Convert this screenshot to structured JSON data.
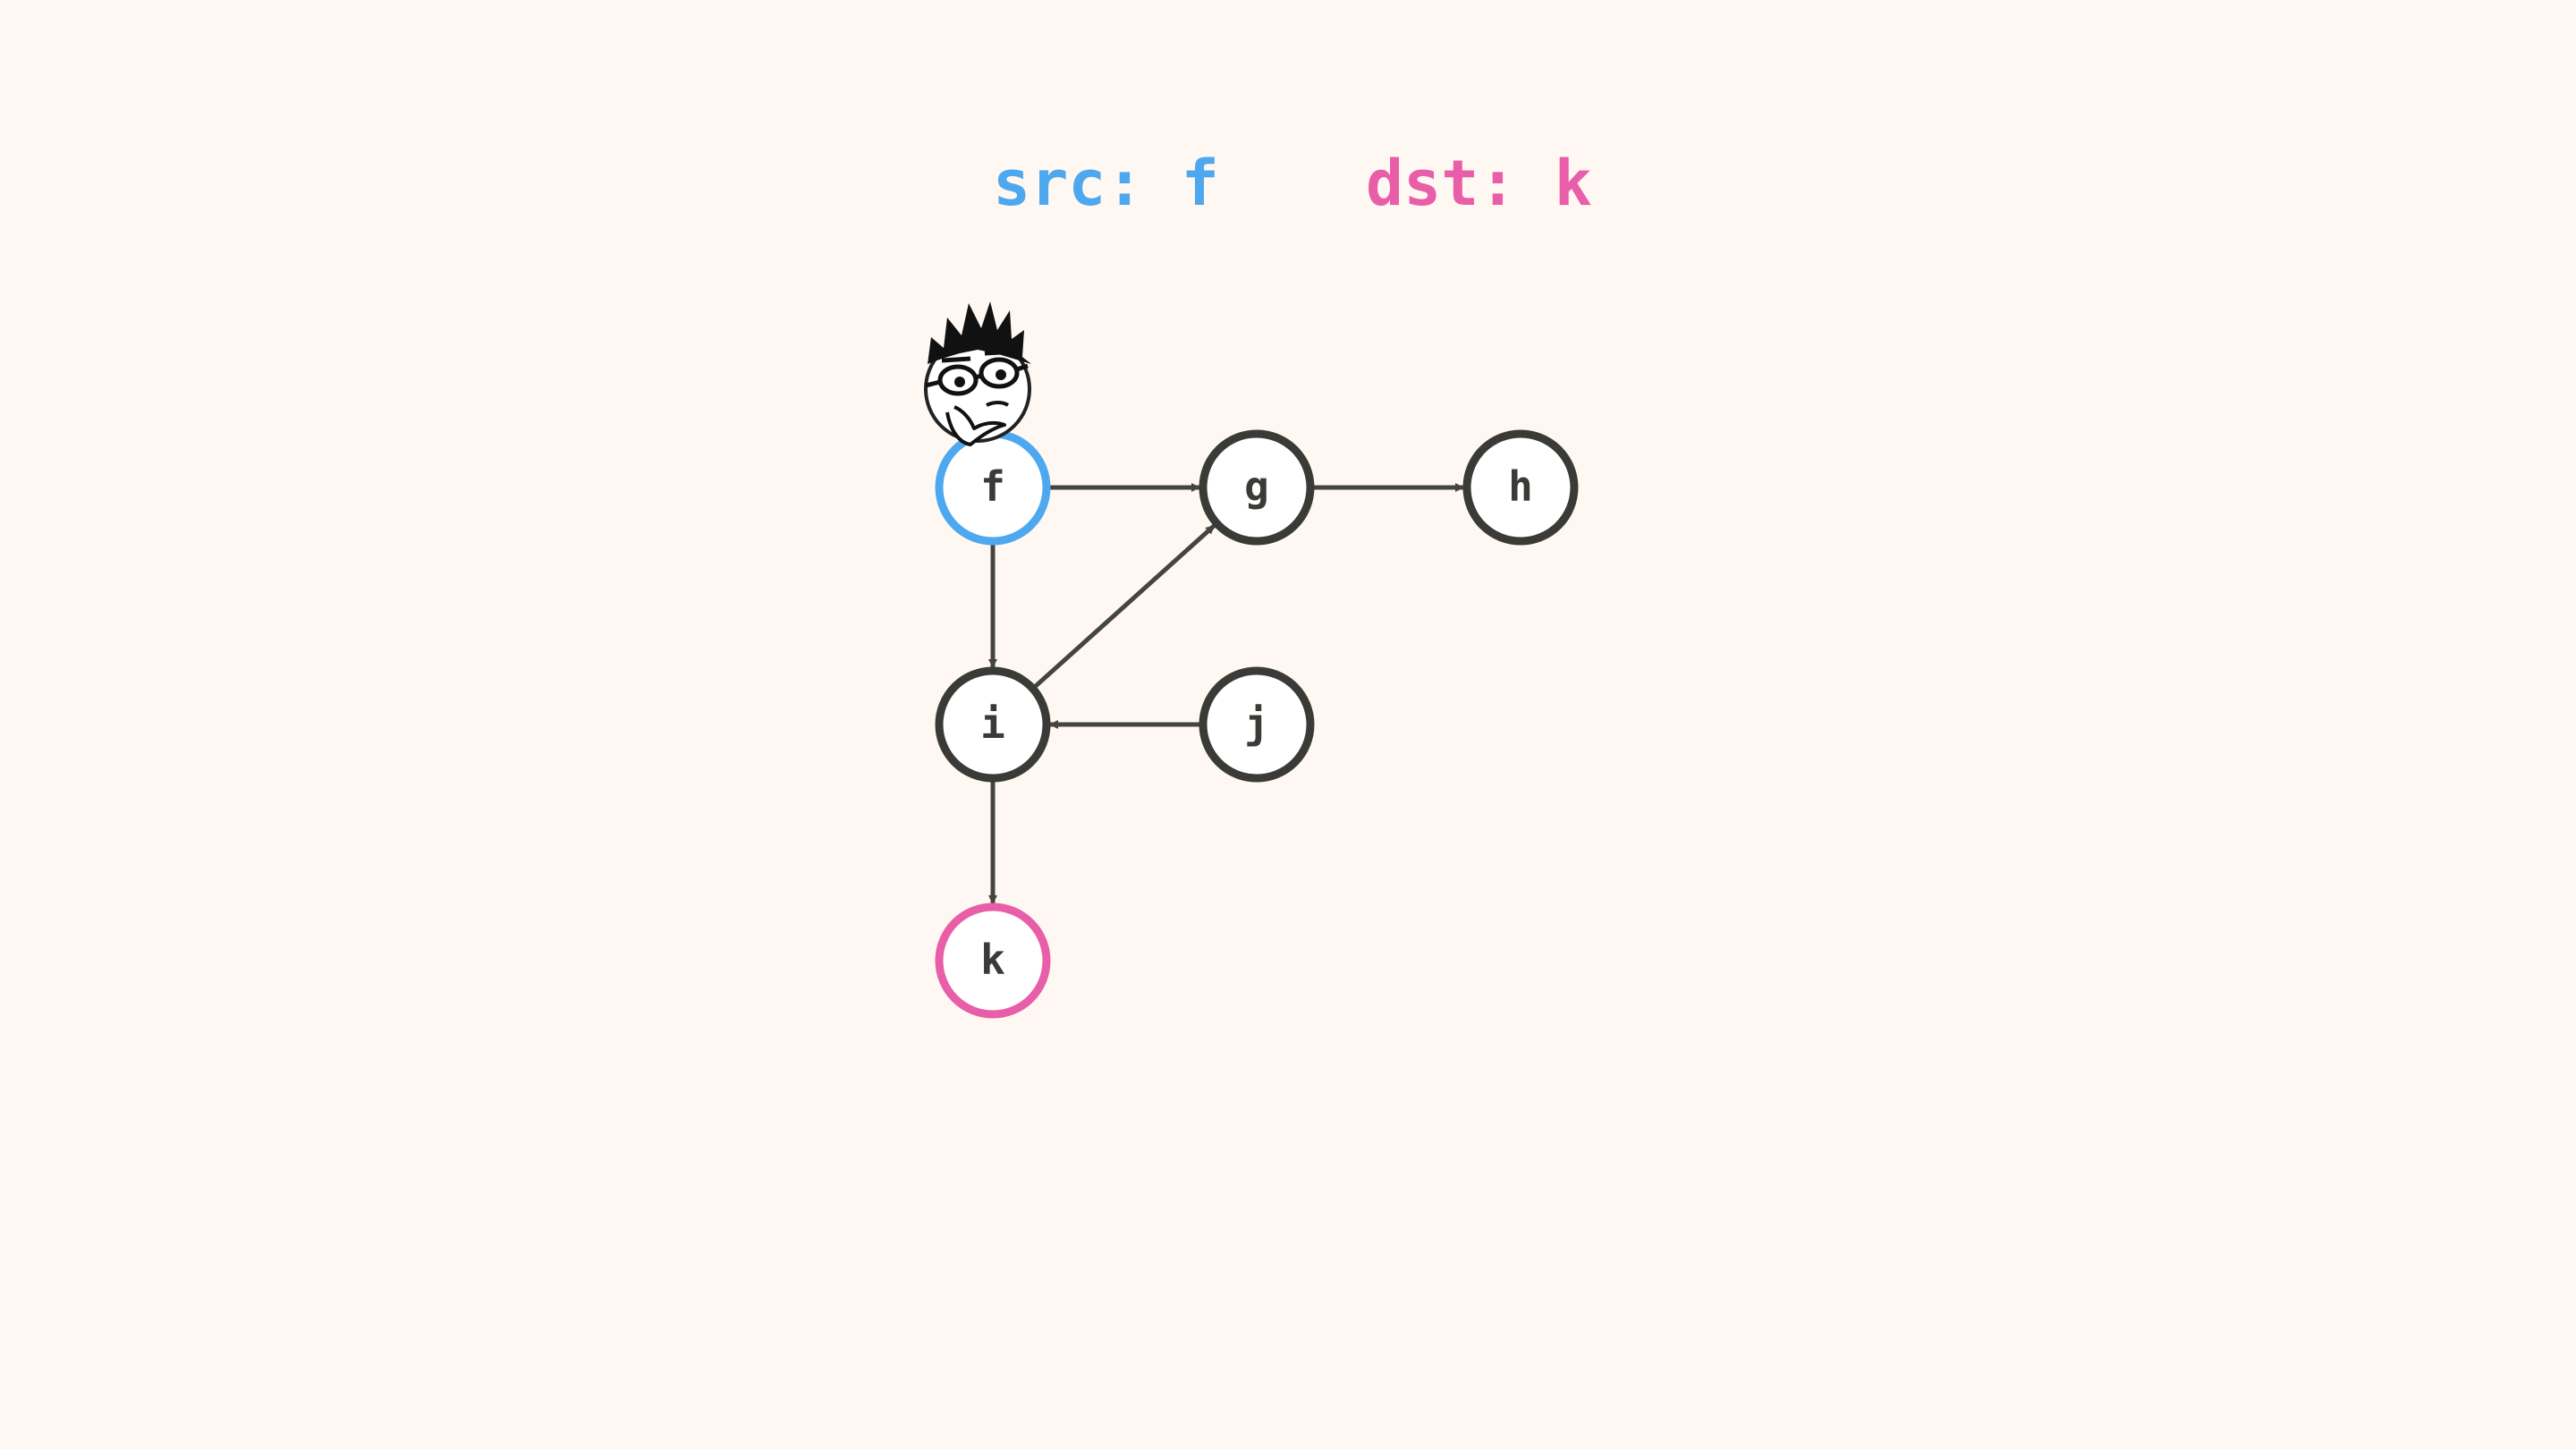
{
  "header": {
    "src": {
      "label": "src: f",
      "color": "#4ea8f0"
    },
    "dst": {
      "label": "dst: k",
      "color": "#e85ea8"
    }
  },
  "graph": {
    "nodes": [
      {
        "id": "f",
        "label": "f",
        "role": "source"
      },
      {
        "id": "g",
        "label": "g",
        "role": "normal"
      },
      {
        "id": "h",
        "label": "h",
        "role": "normal"
      },
      {
        "id": "i",
        "label": "i",
        "role": "normal"
      },
      {
        "id": "j",
        "label": "j",
        "role": "normal"
      },
      {
        "id": "k",
        "label": "k",
        "role": "destination"
      }
    ],
    "edges": [
      {
        "from": "f",
        "to": "g"
      },
      {
        "from": "g",
        "to": "h"
      },
      {
        "from": "f",
        "to": "i"
      },
      {
        "from": "i",
        "to": "g"
      },
      {
        "from": "j",
        "to": "i"
      },
      {
        "from": "i",
        "to": "k"
      }
    ],
    "colors": {
      "node_stroke": "#3a3a36",
      "edge": "#444440",
      "source": "#4ea8f0",
      "destination": "#e85ea8",
      "node_fill": "#ffffff",
      "background": "#fff8f2"
    },
    "mascot": {
      "icon": "thinking-person-icon",
      "near_node": "f"
    }
  }
}
